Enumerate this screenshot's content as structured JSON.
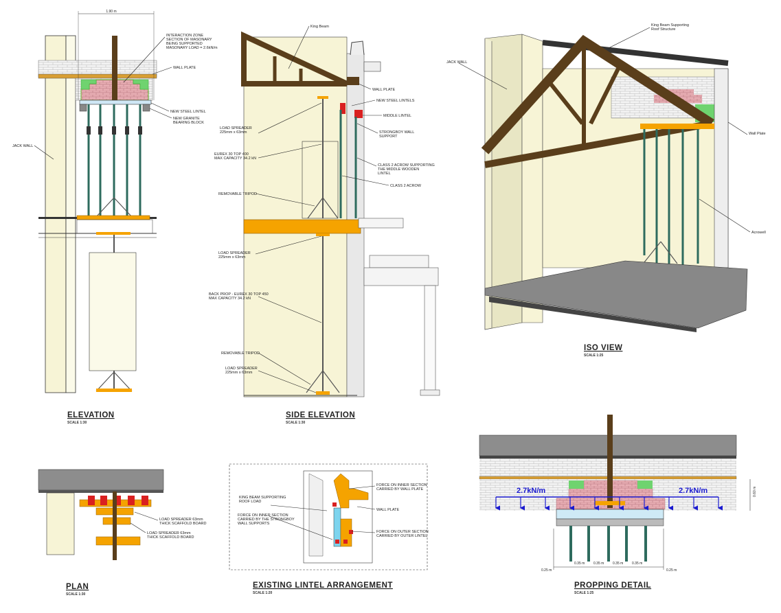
{
  "views": {
    "elevation": {
      "title": "ELEVATION",
      "scale": "SCALE 1:30"
    },
    "side_elevation": {
      "title": "SIDE ELEVATION",
      "scale": "SCALE 1:30"
    },
    "iso_view": {
      "title": "ISO VIEW",
      "scale": "SCALE 1:25"
    },
    "plan": {
      "title": "PLAN",
      "scale": "SCALE 1:30"
    },
    "existing_lintel": {
      "title": "EXISTING LINTEL ARRANGEMENT",
      "scale": "SCALE 1:20"
    },
    "propping_detail": {
      "title": "PROPPING DETAIL",
      "scale": "SCALE 1:25"
    }
  },
  "elevation_labels": {
    "width_dim": "1.90 m",
    "interaction_1": "INTERACTION ZONE",
    "interaction_2": "SECTION OF MASONARY",
    "interaction_3": "BEING SUPPORTED",
    "interaction_4": "MASONARY LOAD = 2.6kN/m",
    "wall_plate": "WALL PLATE",
    "new_steel_lintel": "NEW STEEL LINTEL",
    "granite_1": "NEW GRANITE",
    "granite_2": "BEARING BLOCK",
    "jack_wall": "JACK WALL"
  },
  "side_labels": {
    "king_beam": "King Beam",
    "wall_plate": "WALL PLATE",
    "new_steel_lintels": "NEW STEEL LINTELS",
    "middle_lintel": "MIDDLE LINTEL",
    "strongboy_1": "STRONGBOY WALL",
    "strongboy_2": "SUPPORT",
    "spreader_top_1": "LOAD SPREADER",
    "spreader_top_2": "225mm x 63mm",
    "eurex_1": "EUREX 30 TOP 400",
    "eurex_2": "MAX CAPACITY 34.2 kN",
    "class2_1": "CLASS 2 ACROW SUPPORTING",
    "class2_2": "THE MIDDLE WOODEN",
    "class2_3": "LINTEL",
    "class2_acrow": "CLASS 2 ACROW",
    "tripod_top": "REMOVABLE TRIPOD",
    "spreader_mid_1": "LOAD SPREADER",
    "spreader_mid_2": "225mm x 63mm",
    "back_prop_1": "BACK PROP - EUREX 30 TOP 450",
    "back_prop_2": "MAX CAPACITY 34.2 kN",
    "tripod_bottom": "REMOVABLE TRIPOD",
    "spreader_bot_1": "LOAD SPREADER",
    "spreader_bot_2": "225mm x 63mm"
  },
  "iso_labels": {
    "king_beam_1": "King Beam Supporting",
    "king_beam_2": "Roof Structure",
    "jack_wall": "JACK WALL",
    "wall_plate": "Wall Plate",
    "acrowell": "Acrowell"
  },
  "plan_labels": {
    "spreader_a_1": "LOAD SPREADER 63mm",
    "spreader_a_2": "THICK SCAFFOLD BOARD",
    "spreader_b_1": "LOAD SPREADER 63mm",
    "spreader_b_2": "THICK SCAFFOLD BOARD"
  },
  "lintel_labels": {
    "king_beam_1": "KING BEAM SUPPORTING",
    "king_beam_2": "ROOF LOAD",
    "inner_1": "FORCE ON INNER SECTION",
    "inner_2": "CARRIED BY WALL PLATE",
    "wall_plate": "WALL PLATE",
    "strongboy_1": "FORCE ON INNER SECTION",
    "strongboy_2": "CARRIED BY THE STRONGBOY",
    "strongboy_3": "WALL SUPPORTS",
    "outer_1": "FORCE ON OUTER SECTION",
    "outer_2": "CARRIED BY OUTER LINTEL"
  },
  "propping_labels": {
    "load_left": "2.7kN/m",
    "load_right": "2.7kN/m",
    "height_dim": "0.60 m",
    "spacing": [
      "0.25 m",
      "0.35 m",
      "0.35 m",
      "0.35 m",
      "0.35 m",
      "0.25 m"
    ]
  },
  "colors": {
    "timber": "#5a3e1b",
    "orange": "#f5a300",
    "prop": "#2e6b5e",
    "masonry_pink": "#e8aeb4",
    "masonry_green": "#6fd36f",
    "load_arrow": "#1a1ad0",
    "wall_cream": "#f7f4d6",
    "red_block": "#d92020"
  }
}
